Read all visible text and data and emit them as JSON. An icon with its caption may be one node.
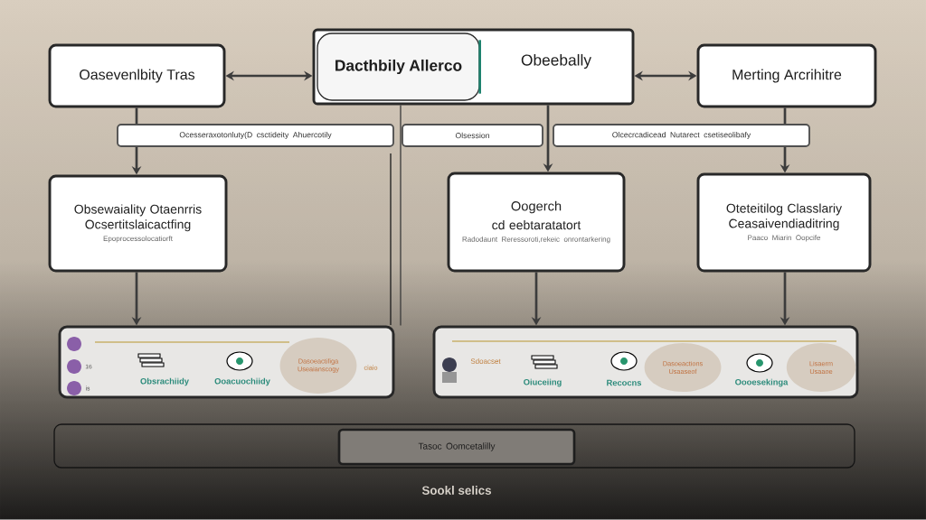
{
  "diagram": {
    "nodes": [
      {
        "text": [
          "Oasevenlbity Tras"
        ]
      },
      {
        "text": [
          "Obeebally"
        ]
      },
      {
        "text": [
          "Dacthbily Allerco"
        ],
        "in": 1
      },
      {
        "text": [
          "Merting Arcrihitre"
        ]
      },
      {
        "text": [
          "Ocesseraxotonluty(D csctideity Ahuercotily"
        ]
      },
      {
        "text": [
          "Olsession"
        ]
      },
      {
        "text": [
          "Olcecrcadicead Nutarect csetiseolibafy"
        ]
      },
      {
        "text": [
          "Obsewaiality Otaenrris Ocsertitslaicactfing",
          "Epoprocessolocatiorft"
        ]
      },
      {
        "text": [
          "Oogerch",
          "cd eebtaratatort",
          "Radodaunt Reressoroti,rekeic onrontarkering"
        ]
      },
      {
        "text": [
          "Oteteitilog Classlariy Ceasaivendiaditring",
          "Paaco Miarin Oopcife"
        ]
      },
      {
        "text": [],
        "shape": "box"
      },
      {
        "text": [
          "Dasoeactifiga Useaianscogy"
        ],
        "in": 10
      },
      {
        "text": [],
        "shape": "box"
      },
      {
        "text": [
          "Dasoeactions Usaaseof"
        ],
        "in": 12
      },
      {
        "text": [
          "Lisaerm Usaaoe"
        ],
        "in": 12
      },
      {
        "text": [],
        "shape": "box"
      },
      {
        "text": [
          "Tasoc Oomcetalilly"
        ],
        "in": 15
      }
    ],
    "edges": [
      {
        "from": 0,
        "to": 1,
        "arrow": "both"
      },
      {
        "from": 1,
        "to": 3,
        "arrow": "both"
      },
      {
        "from": 0,
        "to": 4,
        "arrow": "none"
      },
      {
        "from": 4,
        "to": 7,
        "arrow": "to"
      },
      {
        "from": 1,
        "to": 8,
        "arrow": "to"
      },
      {
        "from": 3,
        "to": 6,
        "arrow": "none"
      },
      {
        "from": 6,
        "to": 9,
        "arrow": "to"
      },
      {
        "from": 7,
        "to": 10,
        "arrow": "to"
      },
      {
        "from": 8,
        "to": 12,
        "arrow": "to"
      },
      {
        "from": 9,
        "to": 12,
        "arrow": "to"
      },
      {
        "from": 1,
        "to": 10,
        "arrow": "none"
      }
    ],
    "labels": [
      "16",
      "is",
      "Obsrachiidy",
      "Ooacuochiidy",
      "ciaio",
      "Sdoacset",
      "Oiuceiing",
      "Recocns",
      "Oooesekinga",
      "Sookl selics"
    ]
  }
}
